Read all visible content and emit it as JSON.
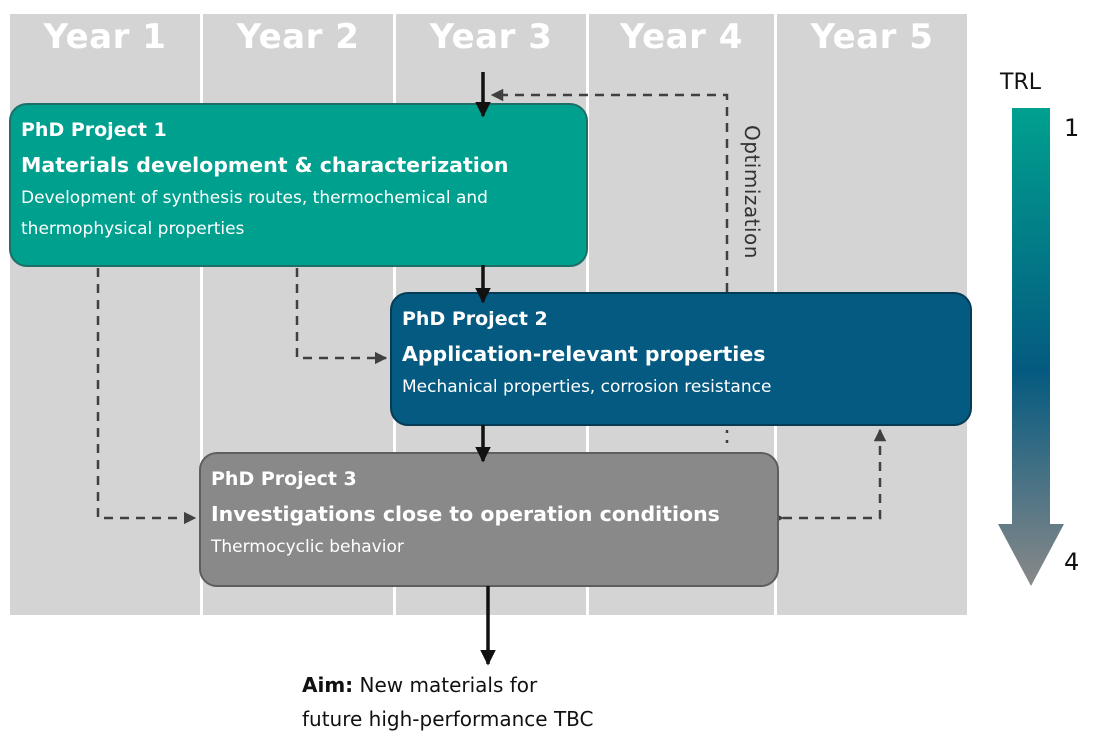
{
  "years": [
    "Year 1",
    "Year 2",
    "Year 3",
    "Year 4",
    "Year 5"
  ],
  "projects": [
    {
      "title": "PhD Project 1",
      "subtitle": "Materials development & characterization",
      "description": "Development of synthesis routes, thermochemical and thermophysical properties"
    },
    {
      "title": "PhD Project 2",
      "subtitle": "Application-relevant properties",
      "description": "Mechanical properties, corrosion resistance"
    },
    {
      "title": "PhD Project 3",
      "subtitle": "Investigations close to operation conditions",
      "description": "Thermocyclic behavior"
    }
  ],
  "optimization_label": "Optimization",
  "trl": {
    "label": "TRL",
    "start": "1",
    "end": "4"
  },
  "aim": {
    "label": "Aim:",
    "line1": "New materials for",
    "line2": "future high-performance TBC"
  },
  "colors": {
    "column": "#d4d4d4",
    "project1": "#00a08f",
    "project2": "#045a80",
    "project3": "#898989",
    "trl_top": "#00a08f",
    "trl_mid": "#045a80",
    "trl_bottom": "#898989"
  }
}
